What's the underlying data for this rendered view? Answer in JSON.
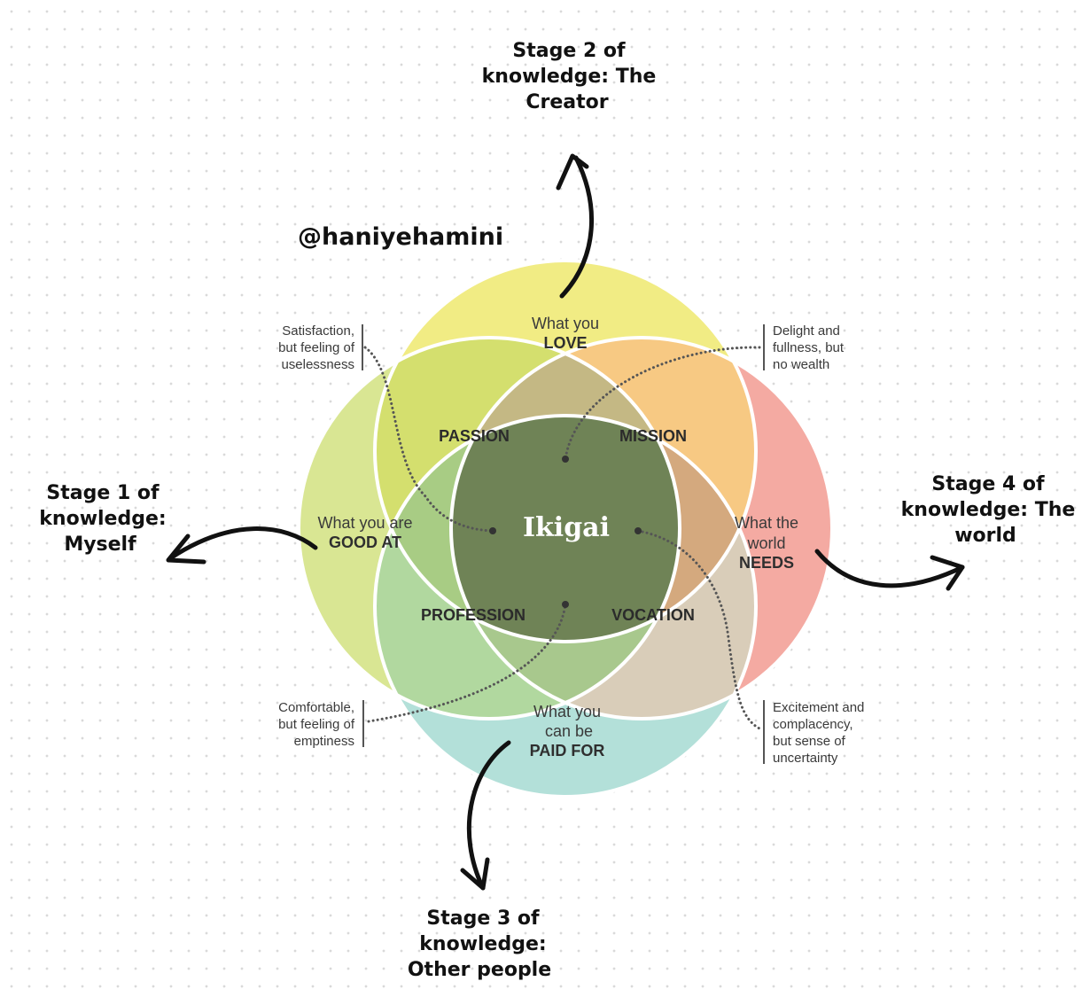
{
  "handle": "@haniyehamini",
  "stages": {
    "stage1": [
      "Stage 1 of",
      "knowledge:",
      "Myself"
    ],
    "stage2": [
      "Stage 2 of",
      "knowledge: The",
      "Creator"
    ],
    "stage3": [
      "Stage 3 of",
      "knowledge:",
      "Other people"
    ],
    "stage4": [
      "Stage 4 of",
      "knowledge: The",
      "world"
    ]
  },
  "circles": {
    "love": {
      "line1": "What you",
      "line2": "LOVE",
      "color": "#f1ec84"
    },
    "good_at": {
      "line1": "What you are",
      "line2": "GOOD AT",
      "color": "#d9e693"
    },
    "needs": {
      "line1": "What the",
      "line2": "world",
      "line3": "NEEDS",
      "color": "#f4aaa2"
    },
    "paid_for": {
      "line1": "What you",
      "line2": "can be",
      "line3": "PAID FOR",
      "color": "#b3e0d9"
    }
  },
  "intersections": {
    "passion": {
      "label": "PASSION",
      "color": "#d4df6e"
    },
    "mission": {
      "label": "MISSION",
      "color": "#f7c983"
    },
    "profession": {
      "label": "PROFESSION",
      "color": "#b1d89f"
    },
    "vocation": {
      "label": "VOCATION",
      "color": "#d9cdb9"
    },
    "center": {
      "label": "Ikigai",
      "color": "#6f8356"
    }
  },
  "notes": {
    "passion_note": [
      "Satisfaction,",
      "but feeling of",
      "uselessness"
    ],
    "mission_note": [
      "Delight and",
      "fullness, but",
      "no wealth"
    ],
    "profession_note": [
      "Comfortable,",
      "but feeling of",
      "emptiness"
    ],
    "vocation_note": [
      "Excitement and",
      "complacency,",
      "but sense of",
      "uncertainty"
    ]
  }
}
